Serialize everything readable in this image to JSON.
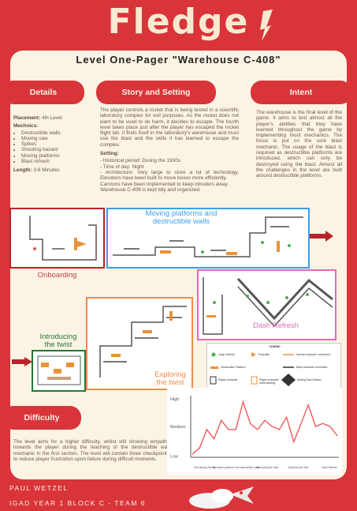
{
  "logo": "Fledge",
  "title": "Level One-Pager \"Warehouse C-408\"",
  "sections": {
    "details": "Details",
    "story": "Story and Setting",
    "intent": "Intent",
    "difficulty": "Difficulty"
  },
  "details": {
    "placement_label": "Placement:",
    "placement_value": " 4th Level",
    "mechanics_label": "Mechnics:",
    "mechanics": [
      "Destructible walls",
      "Moving saw",
      "Spikes",
      "Shooting hazard",
      "Moving platforms",
      "Blast refresh"
    ],
    "length_label": "Length:",
    "length_value": " 3-6 Minutes"
  },
  "story": {
    "paragraph": "The player controls a rocket that is being tested in a scientific laboratory complex for evil purposes. As the rocket does not want to be used to do harm, it decides to escape. The fourth level takes place just after the player has escaped the rocket flight lab. It finds itself in the laboratory's warehouse and must use the blast and the skills it has learned to escape the complex.",
    "setting_label": "Setting:",
    "setting_text": "- Historical period: During the 1930s\n- Time of day: Night\n- Architecture: Very large to store a lot of technology. Elevators have been built to move boxes more efficiently.\nCannons have been implemented to keep intruders away.\nWarehouse C-408 is kept tidy and organized."
  },
  "intent": {
    "text": "The warehouse is the final level of the game. It aims to test almost all the player's abilities that they have learned throughout the game by implementing most mechanics. The focus is put on the core blast mechanic. The usage of the blast is required as destructible platforms are introduced, which can only be destroyed using the blast. Almost all the challenges in the level are built around destructible platforms."
  },
  "map_labels": {
    "onboarding": "Onboarding",
    "moving": "Moving platforms and\ndestructible walls",
    "dash": "Dash Refresh",
    "introducing": "Introducing\nthe twist",
    "exploring": "Exploring\nthe twist"
  },
  "legend": {
    "title": "LEGEND",
    "items": [
      "Jump Refresh",
      "Projectile",
      "Normal character movement",
      "Destructible Platform",
      "Blast character movement",
      "Player character",
      "Player character while blasting",
      "Moving Saw Hazard"
    ]
  },
  "difficulty": {
    "text": "The level aims for a higher difficulty, whilst still showing empathy towards the player during the teaching of the destructible wall mechanic in the first section. The level will contain three checkpoints to reduce player frustration upon failure during difficult moments."
  },
  "chart_data": {
    "type": "line",
    "categories": [
      "Onboarding Section",
      "Moveable platforms and destructible walls",
      "Introducing the twist",
      "Exploring the twist",
      "Dash Refresh"
    ],
    "values": [
      0.05,
      0.15,
      0.45,
      0.3,
      0.6,
      0.45,
      0.45,
      0.9,
      0.55,
      0.45,
      0.6,
      0.5,
      0.45,
      0.65,
      0.25,
      0.55,
      0.85,
      0.5,
      0.55,
      0.5,
      0.35
    ],
    "y_tick_labels": [
      "High",
      "Medium",
      "Low"
    ],
    "ylim": [
      0,
      1
    ],
    "line_color": "#ef5b5b"
  },
  "footer": {
    "author": "PAUL WETZEL",
    "course": "IGAD YEAR 1 BLOCK C - TEAM 6"
  },
  "colors": {
    "brand_red": "#d9343a",
    "cream": "#fbf3e3",
    "onboarding": "#b8232a",
    "moving": "#3aa0e6",
    "dash": "#e06ab8",
    "introducing": "#1f7a33",
    "exploring": "#ee8c4a"
  }
}
